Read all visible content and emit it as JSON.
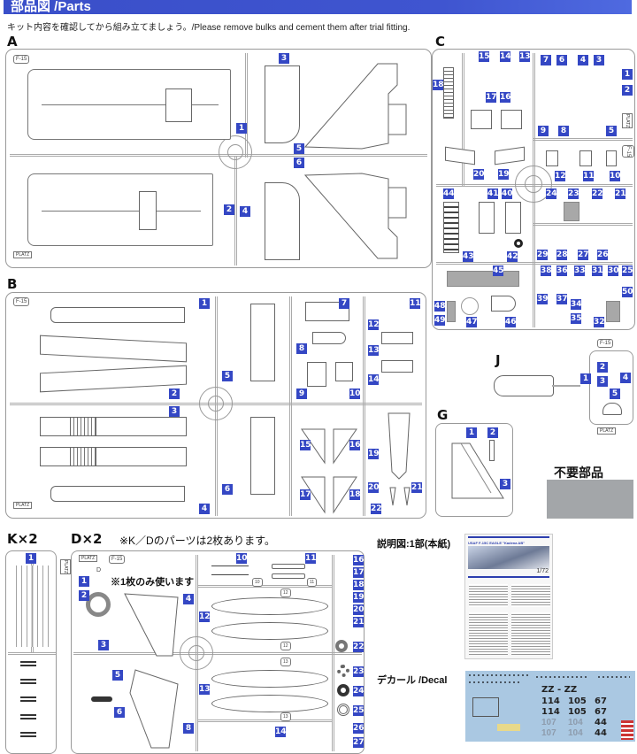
{
  "header": {
    "title": "部品図 /Parts"
  },
  "intro": "キット内容を確認してから組み立てましょう。/Please remove bulks and cement them after trial fitting.",
  "sprues": {
    "A": {
      "label": "A",
      "tag": "F-15",
      "logo": "PLATZ",
      "parts": [
        "1",
        "2",
        "3",
        "4",
        "5",
        "6"
      ]
    },
    "B": {
      "label": "B",
      "tag": "F-15",
      "logo": "PLATZ",
      "parts": [
        "1",
        "2",
        "3",
        "4",
        "5",
        "6",
        "7",
        "8",
        "9",
        "10",
        "11",
        "12",
        "13",
        "14",
        "15",
        "16",
        "17",
        "18",
        "19",
        "20",
        "21",
        "22"
      ]
    },
    "C": {
      "label": "C",
      "tag": "F-15",
      "logo": "PLATZ",
      "parts": [
        "1",
        "2",
        "3",
        "4",
        "5",
        "6",
        "7",
        "8",
        "9",
        "10",
        "11",
        "12",
        "13",
        "14",
        "15",
        "16",
        "17",
        "18",
        "19",
        "20",
        "21",
        "22",
        "23",
        "24",
        "25",
        "26",
        "27",
        "28",
        "29",
        "30",
        "31",
        "32",
        "33",
        "34",
        "35",
        "36",
        "37",
        "38",
        "39",
        "40",
        "41",
        "42",
        "43",
        "44",
        "45",
        "46",
        "47",
        "48",
        "49",
        "50"
      ]
    },
    "J": {
      "label": "J",
      "tag": "F-15",
      "logo": "PLATZ",
      "parts": [
        "1",
        "2",
        "3",
        "4",
        "5"
      ]
    },
    "G": {
      "label": "G",
      "parts": [
        "1",
        "2",
        "3"
      ]
    },
    "K": {
      "label": "K×2",
      "logo": "PLATZ",
      "parts": [
        "1"
      ]
    },
    "D": {
      "label": "D×2",
      "tag": "F-15",
      "logo": "PLATZ",
      "parts": [
        "1",
        "2",
        "3",
        "4",
        "5",
        "6",
        "8",
        "10",
        "11",
        "12",
        "13",
        "14",
        "16",
        "17",
        "18",
        "19",
        "20",
        "21",
        "22",
        "23",
        "24",
        "25",
        "26",
        "27"
      ],
      "inline_label": "D",
      "small_tags": [
        "10",
        "11",
        "12",
        "12",
        "13",
        "13"
      ]
    }
  },
  "notes": {
    "kd_note": "※K／Dのパーツは2枚あります。",
    "d_once": "※1枚のみ使います"
  },
  "unneeded": {
    "label": "不要部品",
    "color": "#a3a6a9"
  },
  "manual": {
    "label": "説明図:1部(本紙)",
    "title": "USAF F-15C EAGLE \"Kadena AB\"",
    "scale": "1/72"
  },
  "decal": {
    "label": "デカール /Decal",
    "codes": [
      "ZZ - ZZ",
      "114",
      "105",
      "67",
      "114",
      "105",
      "67",
      "107",
      "104",
      "44",
      "107",
      "104",
      "44"
    ]
  },
  "colors": {
    "accent": "#3447c4",
    "header": "#3f55d0",
    "unneeded": "#a3a6a9",
    "decal_bg": "#aac8e2"
  }
}
